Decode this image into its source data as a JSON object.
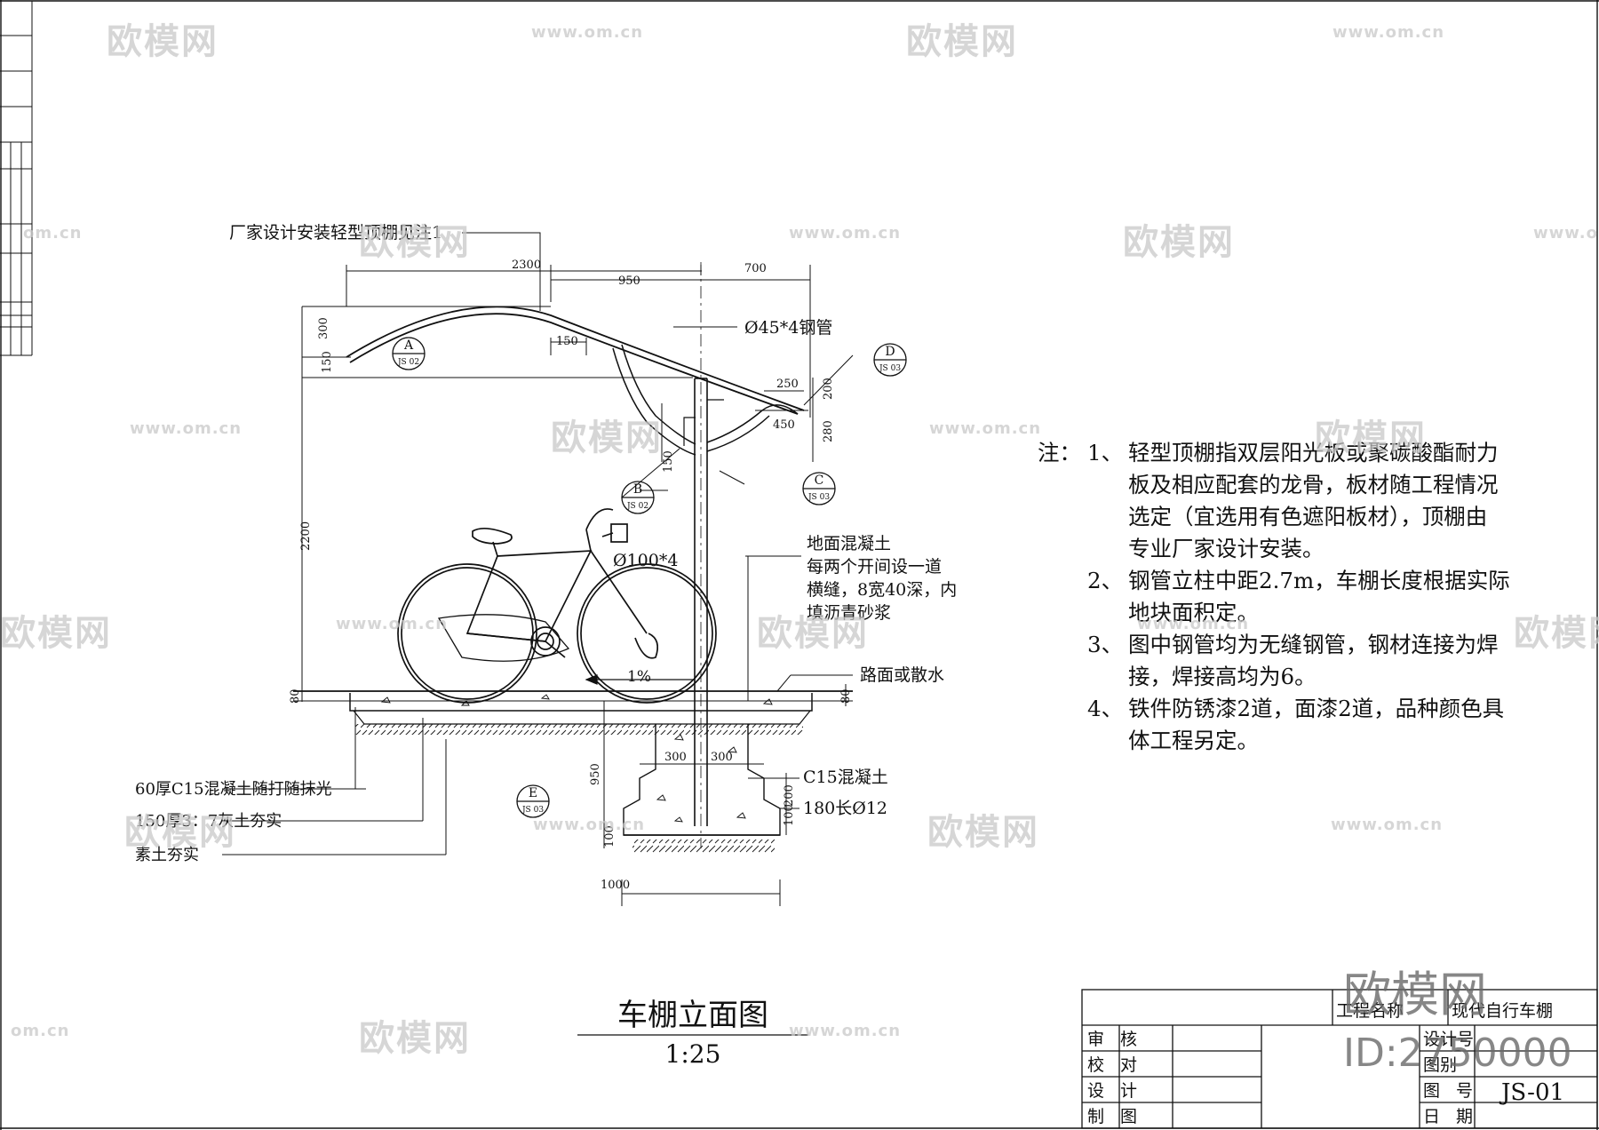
{
  "watermark": {
    "logo": "欧模网",
    "url": "www.om.cn",
    "url_short": "om.cn"
  },
  "stamp": {
    "brand": "欧模网",
    "id": "ID:2750000"
  },
  "drawing": {
    "title": "车棚立面图",
    "scale": "1:25",
    "roof_label": "厂家设计安装轻型顶棚见注1",
    "dims": {
      "d2300": "2300",
      "d950": "950",
      "d700": "700",
      "d300": "300",
      "d150a": "150",
      "d150b": "150",
      "d150c": "150",
      "d250": "250",
      "d200a": "200",
      "d450": "450",
      "d280": "280",
      "d2200": "2200",
      "d80a": "80",
      "d80b": "80",
      "d300l": "300",
      "d300r": "300",
      "d950v": "950",
      "d200b": "200",
      "d100a": "100",
      "d100b": "100",
      "d1000": "1000"
    },
    "pipe_label": "Ø45*4钢管",
    "post_label": "Ø100*4",
    "slope_label": "1%",
    "ground_note": [
      "地面混凝土",
      "每两个开间设一道",
      "横缝，8宽40深，内",
      "填沥青砂浆"
    ],
    "road_label": "路面或散水",
    "layers": [
      "60厚C15混凝土随打随抹光",
      "150厚3：7灰土夯实",
      "素土夯实"
    ],
    "c15_label": "C15混凝土",
    "rebar_label": "180长Ø12",
    "callouts": [
      {
        "letter": "A",
        "ref": "JS 02"
      },
      {
        "letter": "B",
        "ref": "JS 02"
      },
      {
        "letter": "C",
        "ref": "JS 03"
      },
      {
        "letter": "D",
        "ref": "JS 03"
      },
      {
        "letter": "E",
        "ref": "JS 03"
      }
    ]
  },
  "notes": {
    "heading": "注：",
    "items": [
      {
        "num": "1、",
        "lines": [
          "轻型顶棚指双层阳光板或聚碳酸酯耐力",
          "板及相应配套的龙骨，板材随工程情况",
          "选定（宜选用有色遮阳板材），顶棚由",
          "专业厂家设计安装。"
        ]
      },
      {
        "num": "2、",
        "lines": [
          "钢管立柱中距2.7m，车棚长度根据实际",
          "地块面积定。"
        ]
      },
      {
        "num": "3、",
        "lines": [
          "图中钢管均为无缝钢管，钢材连接为焊",
          "接，焊接高均为6。"
        ]
      },
      {
        "num": "4、",
        "lines": [
          "铁件防锈漆2道，面漆2道，品种颜色具",
          "体工程另定。"
        ]
      }
    ]
  },
  "title_block": {
    "project_label": "工程名称",
    "project_name": "现代自行车棚",
    "rows": [
      {
        "left": "审核",
        "right": "设计号"
      },
      {
        "left": "校对",
        "right": "图别"
      },
      {
        "left": "设计",
        "right": "图号",
        "value": "JS-01"
      },
      {
        "left": "制图",
        "right": "日期"
      }
    ]
  },
  "colors": {
    "line": "#111111",
    "watermark": "#c9c9c9"
  }
}
